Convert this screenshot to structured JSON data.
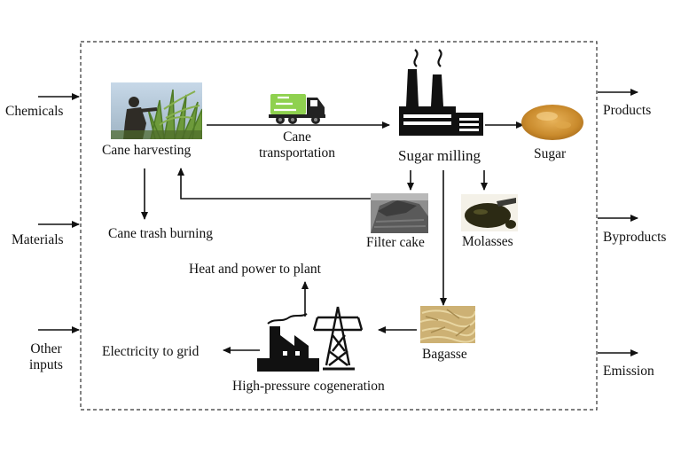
{
  "inputs": {
    "chemicals": "Chemicals",
    "materials": "Materials",
    "other_inputs_line1": "Other",
    "other_inputs_line2": "inputs"
  },
  "outputs": {
    "products": "Products",
    "byproducts": "Byproducts",
    "emission": "Emission"
  },
  "nodes": {
    "cane_harvesting": "Cane harvesting",
    "cane_transportation_line1": "Cane",
    "cane_transportation_line2": "transportation",
    "sugar_milling": "Sugar milling",
    "sugar": "Sugar",
    "cane_trash_burning": "Cane trash burning",
    "filter_cake": "Filter cake",
    "molasses": "Molasses",
    "heat_power": "Heat and power to plant",
    "electricity_grid": "Electricity to grid",
    "bagasse": "Bagasse",
    "cogeneration": "High-pressure cogeneration"
  },
  "colors": {
    "truck_body": "#8fd14f",
    "sky": "#b9cde0",
    "cane_green": "#6d9a3b",
    "sugar_gold": "#c98a2c",
    "molasses_dark": "#2c2a14",
    "bagasse": "#cdb174",
    "filter_cake_grey": "#6d6d6d",
    "arrow": "#111111"
  },
  "icons": [
    "factory-icon",
    "truck-icon",
    "power-pylon-icon",
    "cogeneration-factory-icon"
  ]
}
